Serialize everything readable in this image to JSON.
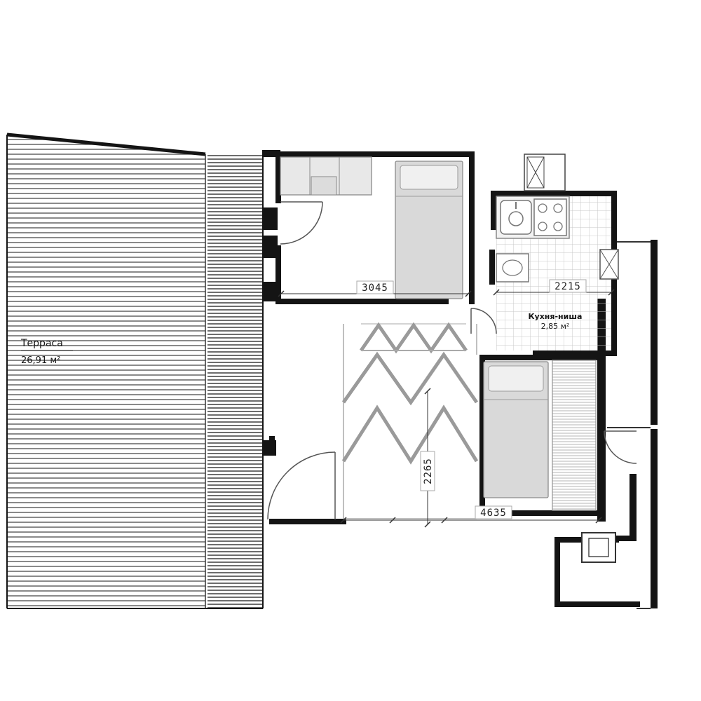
{
  "rooms": {
    "terrace": {
      "name": "Терраса",
      "area": "26,91 м²"
    },
    "kitchen": {
      "name": "Кухня-ниша",
      "area": "2,85 м²"
    }
  },
  "dimensions": {
    "d3045": "3045",
    "d2215": "2215",
    "d2265": "2265",
    "d4635": "4635"
  },
  "icons": {
    "sink": "sink-icon",
    "stove": "stove-icon",
    "washbasin": "washbasin-icon",
    "boiler": "boiler-icon",
    "vent_shaft": "vent-shaft-icon"
  },
  "colors": {
    "wall": "#141414",
    "line": "#555555",
    "hatch_line": "#4a4a4a",
    "furniture_fill": "#d9d9d9",
    "furniture_light": "#f0f0f0",
    "tile_grid": "#c8c8c8",
    "dim_line": "#333333"
  }
}
